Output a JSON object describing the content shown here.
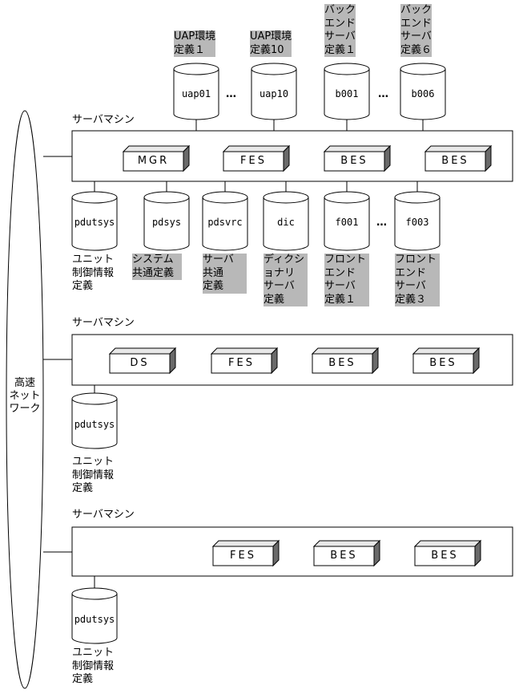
{
  "network": {
    "label": "高速\nネット\nワーク"
  },
  "server1": {
    "label": "サーバマシン",
    "processes": [
      "MGR",
      "FES",
      "BES",
      "BES"
    ],
    "top_dbs": [
      {
        "name": "uap01",
        "def": "UAP環境\n定義１"
      },
      {
        "name": "uap10",
        "def": "UAP環境\n定義10"
      },
      {
        "name": "b001",
        "def": "バック\nエンド\nサーバ\n定義１"
      },
      {
        "name": "b006",
        "def": "バック\nエンド\nサーバ\n定義６"
      }
    ],
    "bottom_dbs": [
      {
        "name": "pdutsys",
        "def": "ユニット\n制御情報\n定義"
      },
      {
        "name": "pdsys",
        "def": "システム\n共通定義"
      },
      {
        "name": "pdsvrc",
        "def": "サーバ\n共通\n定義"
      },
      {
        "name": "dic",
        "def": "ディクシ\nョナリ\nサーバ\n定義"
      },
      {
        "name": "f001",
        "def": "フロント\nエンド\nサーバ\n定義１"
      },
      {
        "name": "f003",
        "def": "フロント\nエンド\nサーバ\n定義３"
      }
    ],
    "ellipsis": "…"
  },
  "server2": {
    "label": "サーバマシン",
    "processes": [
      "DS",
      "FES",
      "BES",
      "BES"
    ],
    "db": {
      "name": "pdutsys",
      "def": "ユニット\n制御情報\n定義"
    }
  },
  "server3": {
    "label": "サーバマシン",
    "processes": [
      "FES",
      "BES",
      "BES"
    ],
    "db": {
      "name": "pdutsys",
      "def": "ユニット\n制御情報\n定義"
    }
  }
}
